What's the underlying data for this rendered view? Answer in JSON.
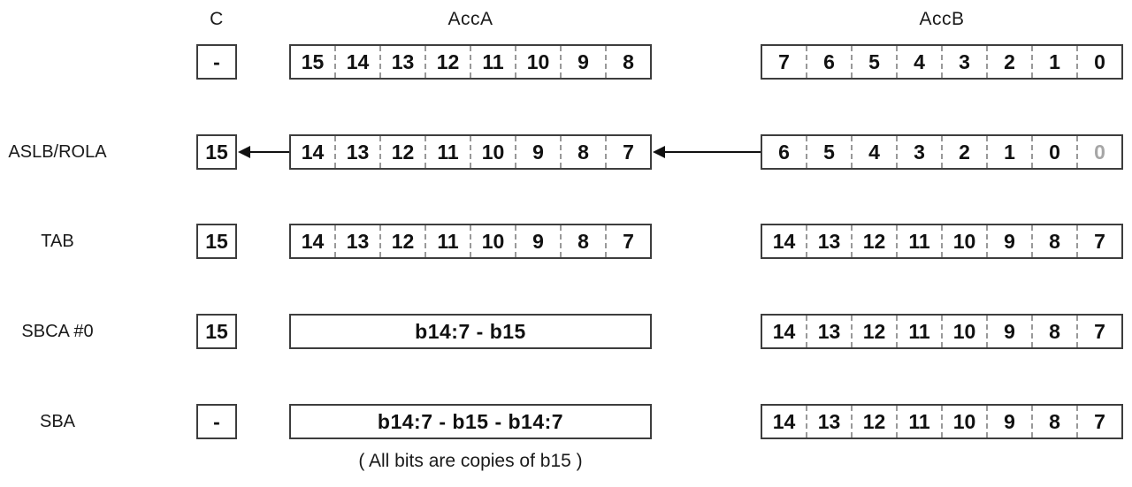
{
  "headers": {
    "c": "C",
    "accA": "AccA",
    "accB": "AccB"
  },
  "caption": "( All bits are copies of b15 )",
  "colors": {
    "box_border": "#3d3d3d",
    "cell_divider": "#999999",
    "text": "#111111",
    "muted_text": "#a6a6a6"
  },
  "rows": [
    {
      "label": "",
      "c": "-",
      "accA": {
        "kind": "cells",
        "cells": [
          {
            "text": "15"
          },
          {
            "text": "14"
          },
          {
            "text": "13"
          },
          {
            "text": "12"
          },
          {
            "text": "11"
          },
          {
            "text": "10"
          },
          {
            "text": "9"
          },
          {
            "text": "8"
          }
        ]
      },
      "accB": {
        "kind": "cells",
        "cells": [
          {
            "text": "7"
          },
          {
            "text": "6"
          },
          {
            "text": "5"
          },
          {
            "text": "4"
          },
          {
            "text": "3"
          },
          {
            "text": "2"
          },
          {
            "text": "1"
          },
          {
            "text": "0"
          }
        ]
      }
    },
    {
      "label": "ASLB/ROLA",
      "c": "15",
      "accA": {
        "kind": "cells",
        "cells": [
          {
            "text": "14"
          },
          {
            "text": "13"
          },
          {
            "text": "12"
          },
          {
            "text": "11"
          },
          {
            "text": "10"
          },
          {
            "text": "9"
          },
          {
            "text": "8"
          },
          {
            "text": "7"
          }
        ]
      },
      "accB": {
        "kind": "cells",
        "cells": [
          {
            "text": "6"
          },
          {
            "text": "5"
          },
          {
            "text": "4"
          },
          {
            "text": "3"
          },
          {
            "text": "2"
          },
          {
            "text": "1"
          },
          {
            "text": "0"
          },
          {
            "text": "0",
            "muted": true
          }
        ]
      }
    },
    {
      "label": "TAB",
      "c": "15",
      "accA": {
        "kind": "cells",
        "cells": [
          {
            "text": "14"
          },
          {
            "text": "13"
          },
          {
            "text": "12"
          },
          {
            "text": "11"
          },
          {
            "text": "10"
          },
          {
            "text": "9"
          },
          {
            "text": "8"
          },
          {
            "text": "7"
          }
        ]
      },
      "accB": {
        "kind": "cells",
        "cells": [
          {
            "text": "14"
          },
          {
            "text": "13"
          },
          {
            "text": "12"
          },
          {
            "text": "11"
          },
          {
            "text": "10"
          },
          {
            "text": "9"
          },
          {
            "text": "8"
          },
          {
            "text": "7"
          }
        ]
      }
    },
    {
      "label": "SBCA #0",
      "c": "15",
      "accA": {
        "kind": "text",
        "text": "b14:7 - b15"
      },
      "accB": {
        "kind": "cells",
        "cells": [
          {
            "text": "14"
          },
          {
            "text": "13"
          },
          {
            "text": "12"
          },
          {
            "text": "11"
          },
          {
            "text": "10"
          },
          {
            "text": "9"
          },
          {
            "text": "8"
          },
          {
            "text": "7"
          }
        ]
      }
    },
    {
      "label": "SBA",
      "c": "-",
      "accA": {
        "kind": "text",
        "text": "b14:7 - b15 - b14:7"
      },
      "accB": {
        "kind": "cells",
        "cells": [
          {
            "text": "14"
          },
          {
            "text": "13"
          },
          {
            "text": "12"
          },
          {
            "text": "11"
          },
          {
            "text": "10"
          },
          {
            "text": "9"
          },
          {
            "text": "8"
          },
          {
            "text": "7"
          }
        ]
      }
    }
  ]
}
